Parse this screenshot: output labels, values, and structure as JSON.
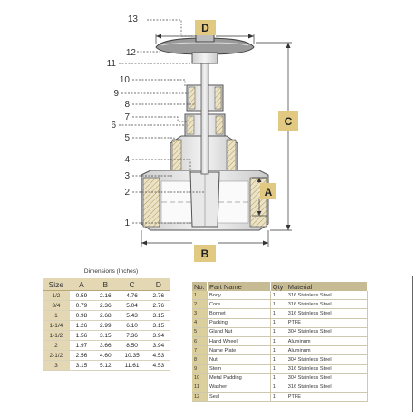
{
  "diagram": {
    "callouts": [
      "13",
      "12",
      "11",
      "10",
      "9",
      "8",
      "7",
      "6",
      "5",
      "4",
      "3",
      "2",
      "1"
    ],
    "dim_labels": {
      "a": "A",
      "b": "B",
      "c": "C",
      "d": "D"
    },
    "label_box_color": "#e2c981"
  },
  "dimensions": {
    "caption": "Dimensions (Inches)",
    "headers": [
      "Size",
      "A",
      "B",
      "C",
      "D"
    ],
    "rows": [
      [
        "1/2",
        "0.59",
        "2.16",
        "4.76",
        "2.76"
      ],
      [
        "3/4",
        "0.79",
        "2.36",
        "5.04",
        "2.76"
      ],
      [
        "1",
        "0.98",
        "2.68",
        "5.43",
        "3.15"
      ],
      [
        "1-1/4",
        "1.26",
        "2.99",
        "6.10",
        "3.15"
      ],
      [
        "1-1/2",
        "1.56",
        "3.15",
        "7.36",
        "3.94"
      ],
      [
        "2",
        "1.97",
        "3.66",
        "8.50",
        "3.94"
      ],
      [
        "2-1/2",
        "2.56",
        "4.60",
        "10.35",
        "4.53"
      ],
      [
        "3",
        "3.15",
        "5.12",
        "11.61",
        "4.53"
      ]
    ]
  },
  "parts": {
    "headers": [
      "No.",
      "Part Name",
      "Qty",
      "Material"
    ],
    "rows": [
      [
        "1",
        "Body",
        "1",
        "316 Stainless Steel"
      ],
      [
        "2",
        "Core",
        "1",
        "316 Stainless Steel"
      ],
      [
        "3",
        "Bonnet",
        "1",
        "316 Stainless Steel"
      ],
      [
        "4",
        "Packing",
        "1",
        "PTFE"
      ],
      [
        "5",
        "Gland Nut",
        "1",
        "304 Stainless Steel"
      ],
      [
        "6",
        "Hand Wheel",
        "1",
        "Aluminum"
      ],
      [
        "7",
        "Name Plate",
        "1",
        "Aluminum"
      ],
      [
        "8",
        "Nut",
        "1",
        "304 Stainless Steel"
      ],
      [
        "9",
        "Stem",
        "1",
        "316 Stainless Steel"
      ],
      [
        "10",
        "Metal Padding",
        "1",
        "304 Stainless Steel"
      ],
      [
        "11",
        "Washer",
        "1",
        "316 Stainless Steel"
      ],
      [
        "12",
        "Seal",
        "1",
        "PTFE"
      ]
    ]
  }
}
